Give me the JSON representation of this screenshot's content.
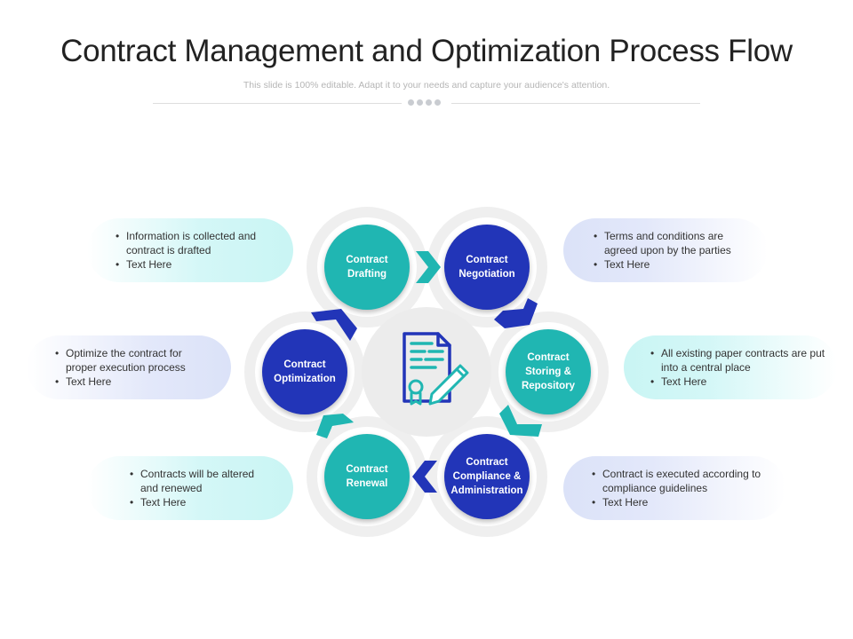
{
  "header": {
    "title": "Contract Management and Optimization Process Flow",
    "subtitle": "This slide is 100% editable. Adapt it to your needs and capture your audience's attention."
  },
  "colors": {
    "teal": "#20b6b2",
    "blue": "#2235b8",
    "ring": "#efefef",
    "center": "#ececec"
  },
  "center_icon": "contract-document-pen-icon",
  "steps": [
    {
      "label": "Contract Drafting",
      "color": "teal",
      "bullets": [
        "Information is collected and contract is drafted",
        "Text Here"
      ]
    },
    {
      "label": "Contract Negotiation",
      "color": "blue",
      "bullets": [
        "Terms and conditions are agreed  upon by the parties",
        "Text Here"
      ]
    },
    {
      "label": "Contract Storing & Repository",
      "color": "teal",
      "bullets": [
        "All existing paper contracts are put into a central place",
        "Text Here"
      ]
    },
    {
      "label": "Contract Compliance & Administration",
      "color": "blue",
      "bullets": [
        "Contract is executed according to compliance guidelines",
        "Text Here"
      ]
    },
    {
      "label": "Contract Renewal",
      "color": "teal",
      "bullets": [
        "Contracts will be altered and renewed",
        "Text Here"
      ]
    },
    {
      "label": "Contract Optimization",
      "color": "blue",
      "bullets": [
        "Optimize the contract for proper execution process",
        "Text Here"
      ]
    }
  ]
}
